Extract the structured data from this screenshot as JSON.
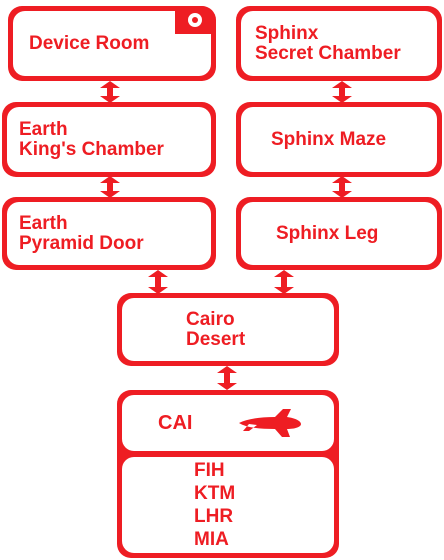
{
  "colors": {
    "accent": "#ee1d23",
    "background": "#ffffff"
  },
  "rooms": {
    "device_room": "Device Room",
    "sphinx_secret_chamber": "Sphinx\nSecret Chamber",
    "earth_kings_chamber": "Earth\nKing's Chamber",
    "sphinx_maze": "Sphinx Maze",
    "earth_pyramid_door": "Earth\nPyramid Door",
    "sphinx_leg": "Sphinx Leg",
    "cairo_desert": "Cairo\nDesert"
  },
  "airport": {
    "code": "CAI",
    "icon": "airplane-icon",
    "destinations": [
      "FIH",
      "KTM",
      "LHR",
      "MIA"
    ]
  },
  "icons": {
    "device_room_marker": "record-icon"
  }
}
